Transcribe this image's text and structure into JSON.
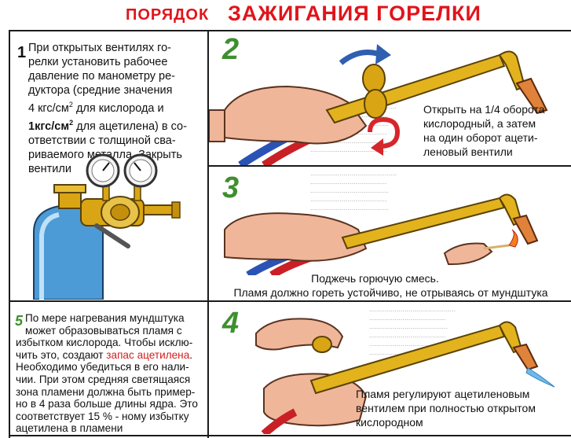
{
  "title": {
    "small": "ПОРЯДОК",
    "big": "ЗАЖИГАНИЯ ГОРЕЛКИ"
  },
  "step1": {
    "num": "1",
    "line1": "При открытых вентилях го-",
    "line2": "релки установить рабочее",
    "line3": "давление по манометру ре-",
    "line4": "дуктора (средние значения",
    "line5a": "4 кгс/см",
    "line5b": "для кислорода и",
    "line6a": "1кгс/см",
    "line6b": "для ацетилена) в со-",
    "line7": "ответствии с толщиной сва-",
    "line8": "риваемого металла. Закрыть",
    "line9": "вентили",
    "sup": "2"
  },
  "step2": {
    "num": "2",
    "line1": "Открыть на 1/4 оборота",
    "line2": "кислородный, а затем",
    "line3": "на один оборот ацети-",
    "line4": "леновый вентили"
  },
  "step3": {
    "num": "3",
    "line1": "Поджечь горючую смесь.",
    "line2": "Пламя должно гореть устойчиво, не отрываясь от мундштука"
  },
  "step5": {
    "num": "5",
    "line1": "По мере нагревания мундштука",
    "line2": "может образовываться пламя с",
    "line3": "избытком кислорода. Чтобы исклю-",
    "line4a": "чить это, создают ",
    "line4b": "запас ацетилена",
    "line4c": ".",
    "line5": "Необходимо убедиться в его нали-",
    "line6": "чии. При этом средняя светящаяся",
    "line7": "зона пламени должна быть пример-",
    "line8": "но в 4 раза больше длины ядра. Это",
    "line9": "соответствует 15 % - ному избытку",
    "line10": "ацетилена в пламени"
  },
  "step4": {
    "num": "4",
    "line1": "Пламя регулируют ацетиленовым",
    "line2": "вентилем при полностью открытом",
    "line3": "кислородном"
  },
  "colors": {
    "title": "#e1141b",
    "step_number": "#3f8f2f",
    "highlight": "#d31d1d",
    "arrow": "#2f5fb0",
    "arrow_red": "#d7262b",
    "brass": "#d9a514"
  }
}
